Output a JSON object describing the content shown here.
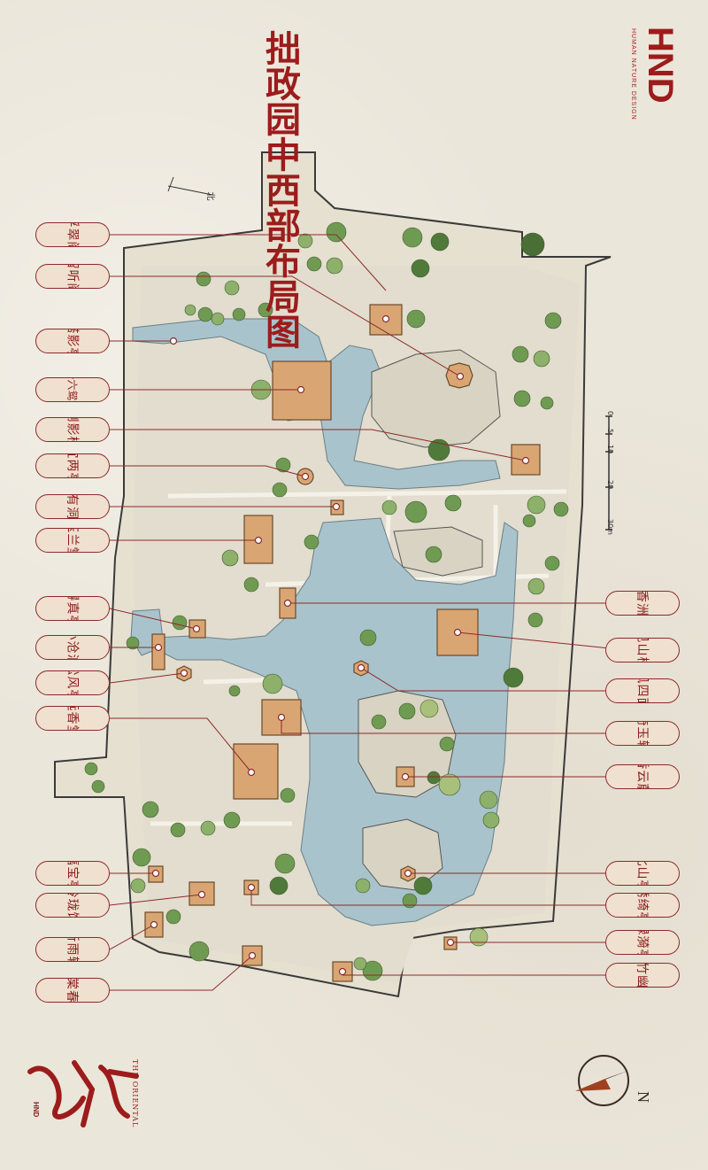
{
  "title": "拙政园中西部布局图",
  "brand": {
    "logo": "HND",
    "subtitle": "HUMAN NATURE DESIGN"
  },
  "north_label_map": "北",
  "scale_bar": {
    "ticks": [
      "0",
      "5",
      "10",
      "20",
      "30m"
    ]
  },
  "compass_label": "N",
  "footer_logo": {
    "script": "东方印象",
    "subtitle": "THE ORIENTAL",
    "brand": "HND"
  },
  "labels_left": [
    "浮翠阁",
    "留听阁",
    "塔影亭",
    "三十六鸳鸯馆",
    "倒影楼",
    "宜两亭",
    "别有洞天",
    "玉兰堂",
    "得真亭",
    "小沧浪",
    "松风亭",
    "远香堂",
    "嘉宝亭",
    "玲珑馆",
    "听雨轩",
    "海棠春坞"
  ],
  "labels_right": [
    "香洲",
    "见山楼",
    "荷风四面亭",
    "倚玉轩",
    "雪香云蔚亭",
    "北山亭",
    "绣绮亭",
    "绿漪亭",
    "梧竹幽居"
  ],
  "colors": {
    "accent": "#9c1c1c",
    "water": "#a9c3cc",
    "building": "#d9a673",
    "tree": "#6f9a52",
    "paper": "#ebe6da"
  }
}
